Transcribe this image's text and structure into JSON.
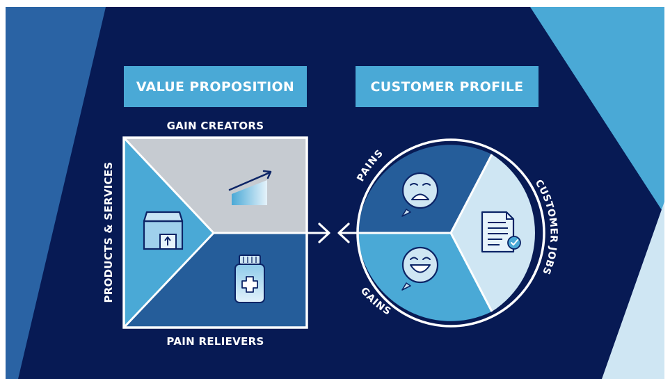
{
  "value_proposition": {
    "title": "VALUE PROPOSITION",
    "gain_creators": "GAIN CREATORS",
    "pain_relievers": "PAIN RELIEVERS",
    "products_services": "PRODUCTS & SERVICES"
  },
  "customer_profile": {
    "title": "CUSTOMER PROFILE",
    "pains": "PAINS",
    "gains": "GAINS",
    "customer_jobs": "CUSTOMER JOBS"
  },
  "colors": {
    "navy": "#071a54",
    "light_blue": "#4aa9d6",
    "mid_blue": "#255d9a",
    "pale_blue": "#cfe6f3",
    "gray": "#c6cbd1"
  },
  "icons": [
    "box-upload-icon",
    "growth-chart-icon",
    "medicine-bottle-icon",
    "sad-face-icon",
    "happy-face-icon",
    "checklist-document-icon",
    "double-arrow-icon"
  ]
}
